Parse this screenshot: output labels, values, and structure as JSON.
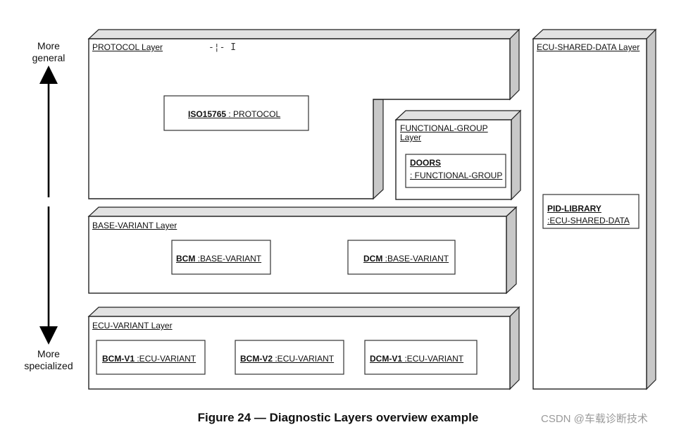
{
  "axis": {
    "top_line1": "More",
    "top_line2": "general",
    "bottom_line1": "More",
    "bottom_line2": "specialized"
  },
  "layers": {
    "protocol": {
      "label": "PROTOCOL Layer",
      "objects": [
        {
          "name": "ISO15765",
          "type": " : PROTOCOL"
        }
      ]
    },
    "functional_group": {
      "label_line1": "FUNCTIONAL-GROUP",
      "label_line2": "Layer",
      "objects": [
        {
          "name": "DOORS",
          "type": ": FUNCTIONAL-GROUP"
        }
      ]
    },
    "base_variant": {
      "label": "BASE-VARIANT Layer",
      "objects": [
        {
          "name": "BCM",
          "type": " :BASE-VARIANT"
        },
        {
          "name": "DCM",
          "type": " :BASE-VARIANT"
        }
      ]
    },
    "ecu_variant": {
      "label": "ECU-VARIANT Layer",
      "objects": [
        {
          "name": "BCM-V1",
          "type": " :ECU-VARIANT"
        },
        {
          "name": "BCM-V2",
          "type": " :ECU-VARIANT"
        },
        {
          "name": "DCM-V1",
          "type": " :ECU-VARIANT"
        }
      ]
    },
    "ecu_shared_data": {
      "label": "ECU-SHARED-DATA Layer",
      "objects": [
        {
          "name": "PID-LIBRARY",
          "type": ":ECU-SHARED-DATA"
        }
      ]
    }
  },
  "caption": "Figure 24 — Diagnostic Layers overview example",
  "watermark": "CSDN @车载诊断技术"
}
